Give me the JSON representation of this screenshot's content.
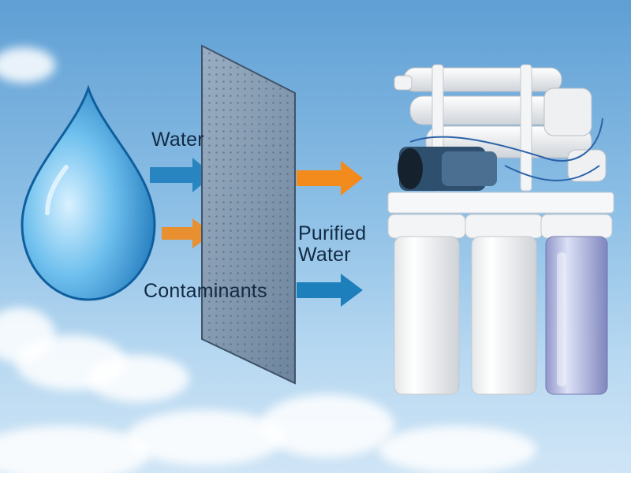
{
  "labels": {
    "water": "Water",
    "contaminants": "Contaminants",
    "purified_line1": "Purified",
    "purified_line2": "Water"
  },
  "colors": {
    "water_arrow": "#1e7fbd",
    "contaminant_arrow": "#f28a1c",
    "membrane": "#7e96ad",
    "drop": "#2a8fd0"
  },
  "icons": {
    "drop": "water-drop-icon",
    "membrane": "filter-membrane",
    "filter_system": "ro-filter-system"
  }
}
